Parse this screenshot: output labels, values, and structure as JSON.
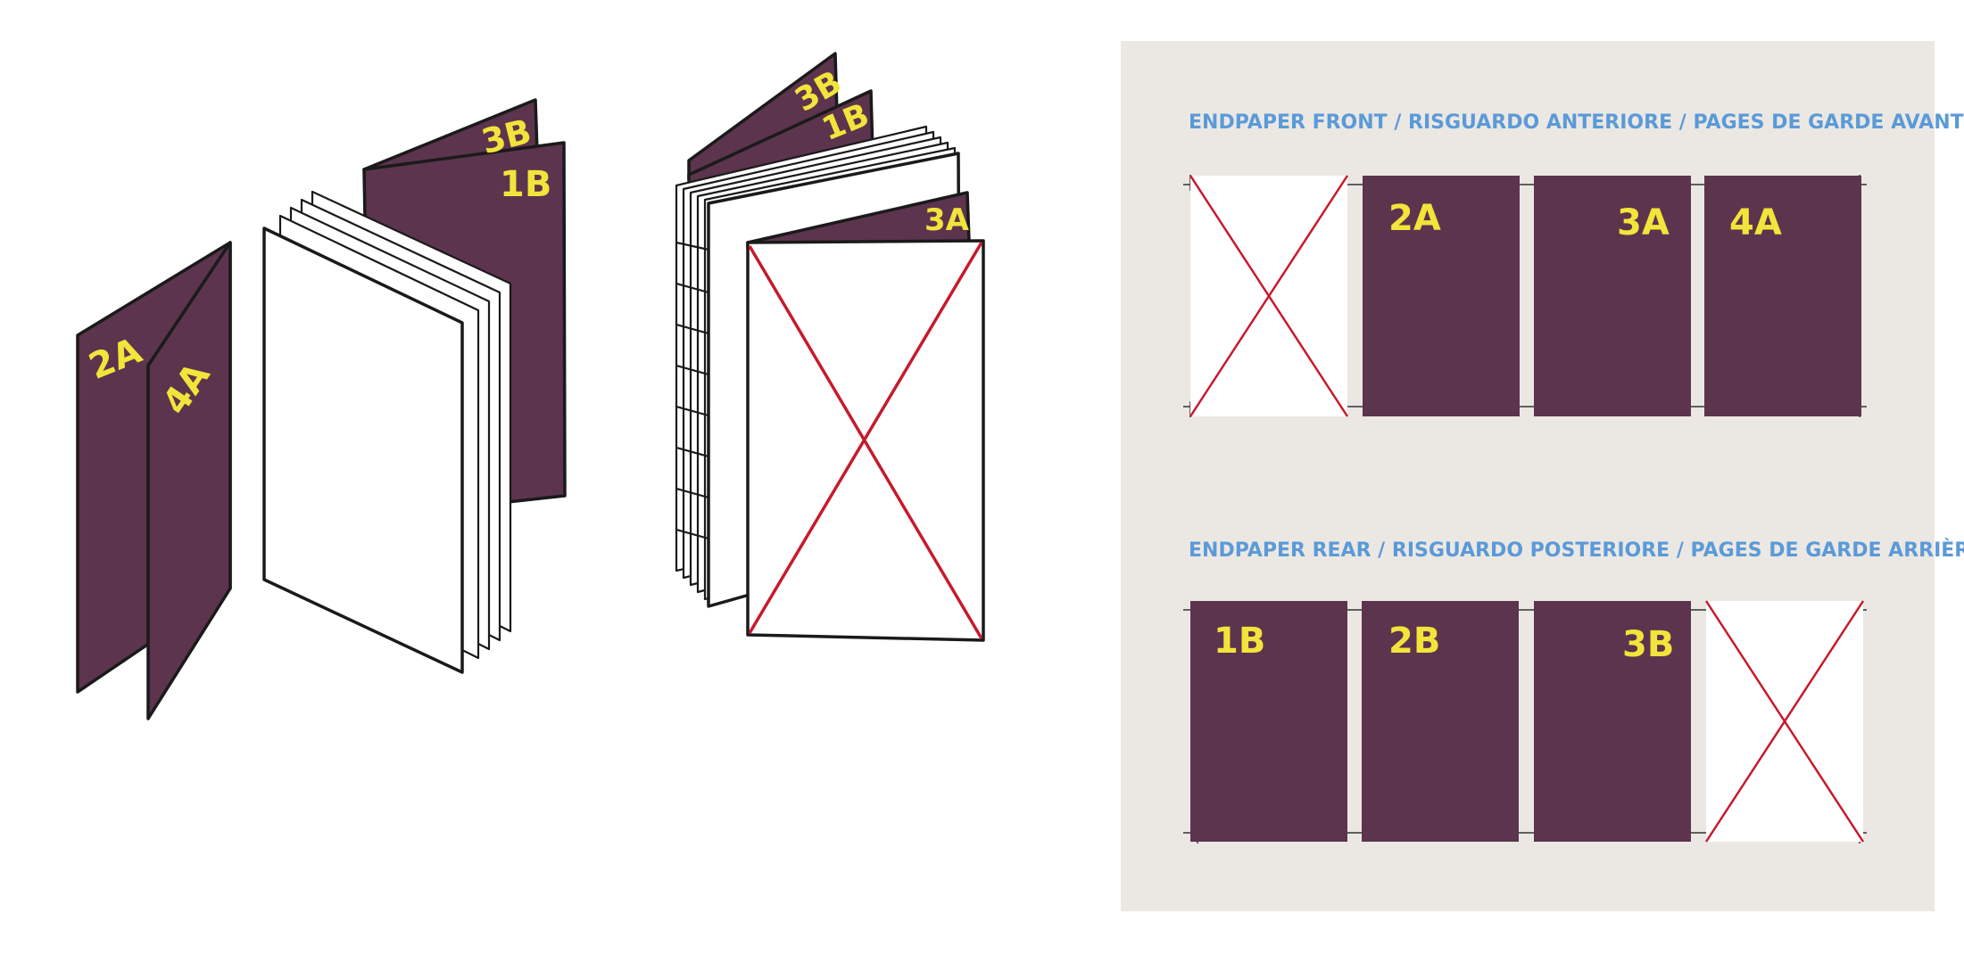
{
  "colors": {
    "page_purple": "#5c344d",
    "label_yellow": "#f2e43a",
    "heading_blue": "#5b9ad8",
    "panel_bg": "#ebe8e3",
    "cross_red": "#c61a2c"
  },
  "illustration_left": {
    "sheet_front": {
      "outer_label": "2A",
      "inner_label": "4A"
    },
    "sheet_back": {
      "top_label": "3B",
      "main_label": "1B"
    }
  },
  "illustration_right": {
    "flap_top": "3B",
    "flap_second": "1B",
    "front_flap": "3A"
  },
  "layout_panel": {
    "front": {
      "heading": "ENDPAPER FRONT / RISGUARDO ANTERIORE / PAGES DE GARDE AVANT",
      "pages": [
        "",
        "2A",
        "3A",
        "4A"
      ]
    },
    "rear": {
      "heading": "ENDPAPER REAR / RISGUARDO POSTERIORE / PAGES DE GARDE ARRIÈRE",
      "pages": [
        "1B",
        "2B",
        "3B",
        ""
      ]
    }
  }
}
